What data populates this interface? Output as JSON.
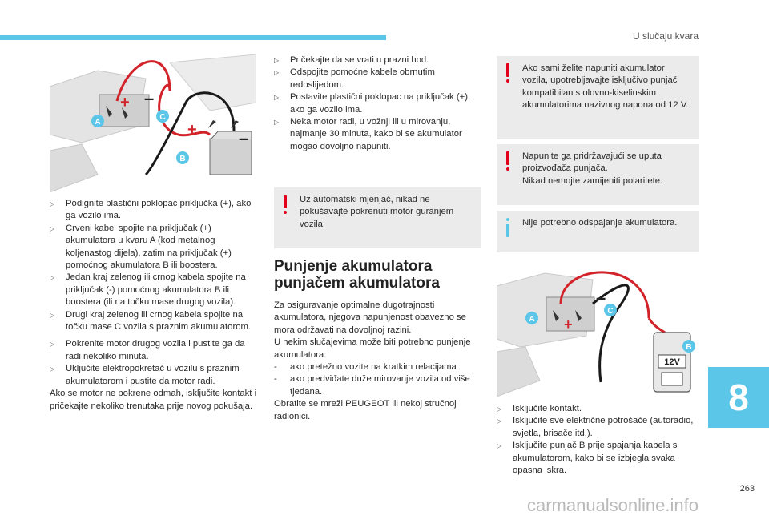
{
  "header": {
    "section_title": "U slučaju kvara"
  },
  "figure1": {
    "labels": {
      "a": "A",
      "b": "B",
      "c": "C",
      "plus1": "+",
      "minus1": "–",
      "plus2": "+",
      "minus2": "–"
    }
  },
  "col1": {
    "bullets_a": [
      "Podignite plastični poklopac priključka (+), ako ga vozilo ima.",
      "Crveni kabel spojite na priključak (+) akumulatora u kvaru A (kod metalnog koljenastog dijela), zatim na priključak (+) pomoćnog akumulatora B ili boostera.",
      "Jedan kraj zelenog ili crnog kabela spojite na priključak (-) pomoćnog akumulatora B ili boostera (ili na točku mase drugog vozila).",
      "Drugi kraj zelenog ili crnog kabela spojite na točku mase C vozila s praznim akumulatorom."
    ],
    "bullets_b": [
      "Pokrenite motor drugog vozila i pustite ga da radi nekoliko minuta.",
      "Uključite elektropokretač u vozilu s praznim akumulatorom i pustite da motor radi."
    ],
    "para": "Ako se motor ne pokrene odmah, isključite kontakt i pričekajte nekoliko trenutaka prije novog pokušaja."
  },
  "col2": {
    "bullets": [
      "Pričekajte da se vrati u prazni hod.",
      "Odspojite pomoćne kabele obrnutim redoslijedom.",
      "Postavite plastični poklopac na priključak (+), ako ga vozilo ima.",
      "Neka motor radi, u vožnji ili u mirovanju, najmanje 30 minuta, kako bi se akumulator mogao dovoljno napuniti."
    ],
    "note": "Uz automatski mjenjač, nikad ne pokušavajte pokrenuti motor guranjem vozila.",
    "heading": "Punjenje akumulatora punjačem akumulatora",
    "para1": "Za osiguravanje optimalne dugotrajnosti akumulatora, njegova napunjenost obavezno se mora održavati na dovoljnoj razini.",
    "para2": "U nekim slučajevima može biti potrebno punjenje akumulatora:",
    "dashes": [
      "ako pretežno vozite na kratkim relacijama",
      "ako predviđate duže mirovanje vozila od više tjedana."
    ],
    "para3": "Obratite se mreži PEUGEOT ili nekoj stručnoj radionici."
  },
  "col3": {
    "note1": "Ako sami želite napuniti akumulator vozila, upotrebljavajte isključivo punjač kompatibilan s olovno-kiselinskim akumulatorima nazivnog napona od 12 V.",
    "note2_line1": "Napunite ga pridržavajući se uputa proizvođača punjača.",
    "note2_line2": "Nikad nemojte zamijeniti polaritete.",
    "note3": "Nije potrebno odspajanje akumulatora.",
    "bullets": [
      "Isključite kontakt.",
      "Isključite sve električne potrošače (autoradio, svjetla, brisače itd.).",
      "Isključite punjač B prije spajanja kabela s akumulatorom, kako bi se izbjegla svaka opasna iskra."
    ]
  },
  "figure2": {
    "labels": {
      "a": "A",
      "b": "B",
      "c": "C",
      "plus": "+",
      "minus": "–",
      "voltage": "12V"
    }
  },
  "chapter": "8",
  "page_number": "263",
  "watermark": "carmanualsonline.info",
  "colors": {
    "accent": "#5bc6e8",
    "warning": "#e2001a",
    "note_bg": "#ebebeb"
  }
}
